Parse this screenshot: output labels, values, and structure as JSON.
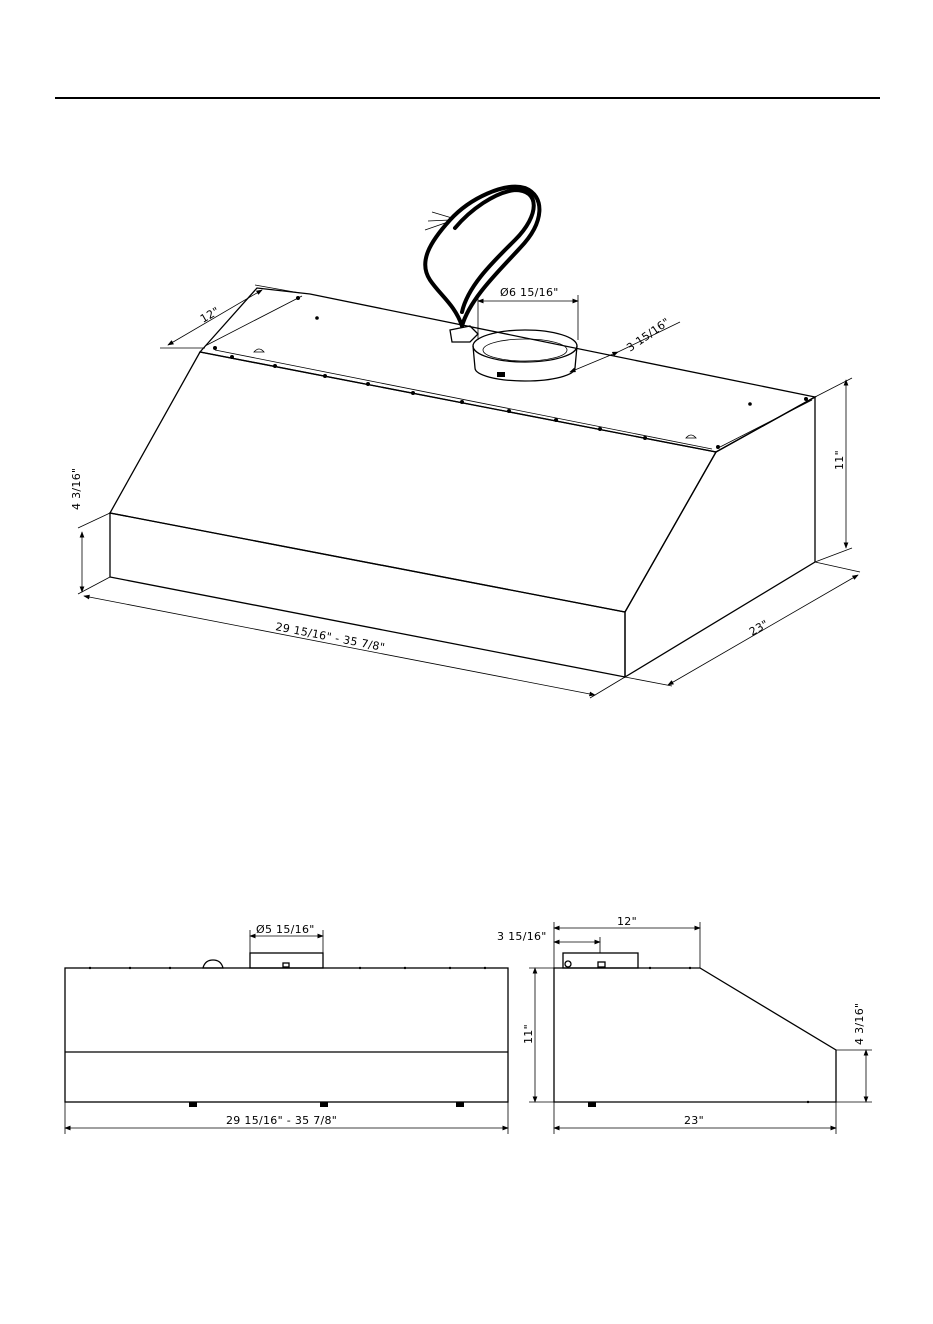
{
  "drawing": {
    "iso_view": {
      "dims": {
        "top_depth": "12\"",
        "duct_diameter": "Ø6  15/16\"",
        "duct_offset": "3  15/16\"",
        "front_height": "4  3/16\"",
        "total_height": "11\"",
        "width": "29  15/16\" - 35  7/8\"",
        "depth": "23\""
      }
    },
    "front_view": {
      "dims": {
        "duct_diameter": "Ø5  15/16\"",
        "width": "29  15/16\" - 35  7/8\""
      }
    },
    "side_view": {
      "dims": {
        "top_depth": "12\"",
        "duct_offset": "3  15/16\"",
        "total_height": "11\"",
        "front_height": "4  3/16\"",
        "depth": "23\""
      }
    }
  }
}
